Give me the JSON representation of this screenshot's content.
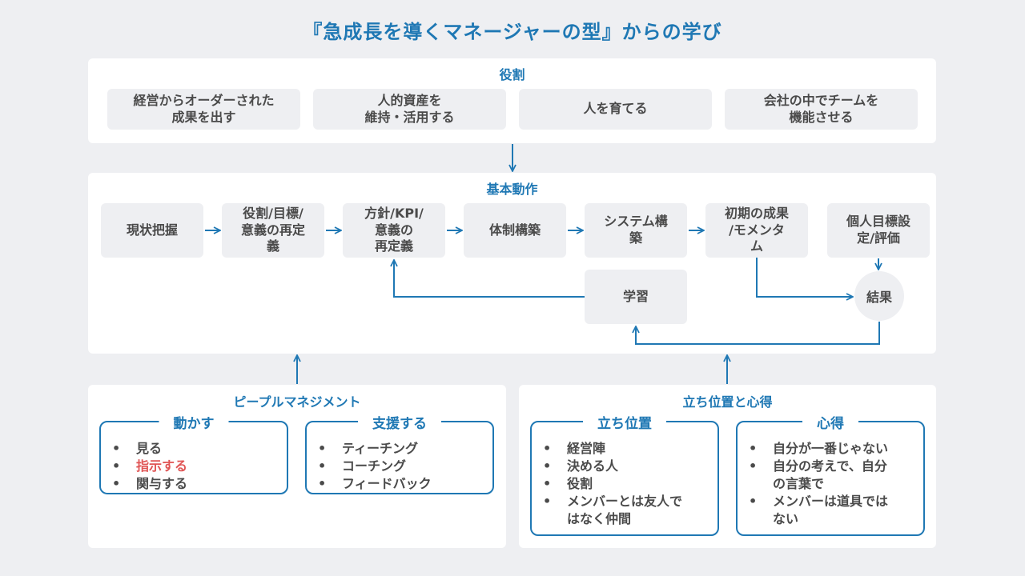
{
  "title": "『急成長を導くマネージャーの型』からの学び",
  "yakuwari": {
    "title": "役割",
    "items": [
      "経営からオーダーされた\n成果を出す",
      "人的資産を\n維持・活用する",
      "人を育てる",
      "会社の中でチームを\n機能させる"
    ]
  },
  "kihon": {
    "title": "基本動作",
    "steps": [
      "現状把握",
      "役割/目標/\n意義の再定\n義",
      "方針/KPI/\n意義の\n再定義",
      "体制構築",
      "システム構\n築",
      "初期の成果\n/モメンタ\nム",
      "個人目標設\n定/評価"
    ],
    "learning": "学習",
    "result": "結果"
  },
  "people": {
    "title": "ピープルマネジメント",
    "boxes": [
      {
        "title": "動かす",
        "items": [
          "見る",
          "指示する",
          "関与する"
        ]
      },
      {
        "title": "支援する",
        "items": [
          "ティーチング",
          "コーチング",
          "フィードバック"
        ]
      }
    ]
  },
  "position": {
    "title": "立ち位置と心得",
    "boxes": [
      {
        "title": "立ち位置",
        "items": [
          "経営陣",
          "決める人",
          "役割",
          "メンバーとは友人で\nはなく仲間"
        ]
      },
      {
        "title": "心得",
        "items": [
          "自分が一番じゃない",
          "自分の考えで、自分\nの言葉で",
          "メンバーは道具では\nない"
        ]
      }
    ]
  },
  "colors": {
    "accent": "#1f78b4",
    "highlight": "#e05555",
    "background": "#eeeff2"
  }
}
